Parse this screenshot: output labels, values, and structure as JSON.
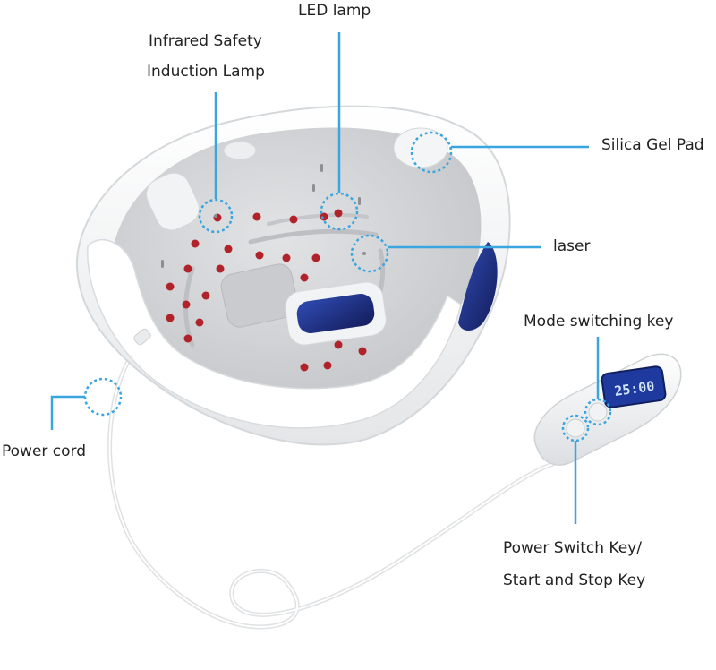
{
  "labels": {
    "infrared_line1": "Infrared Safety",
    "infrared_line2": "Induction Lamp",
    "led_lamp": "LED lamp",
    "silica_gel_pad": "Silica Gel Pad",
    "laser": "laser",
    "mode_switching_key": "Mode switching key",
    "power_cord": "Power cord",
    "power_switch_line1": "Power Switch Key/",
    "power_switch_line2": "Start and Stop Key"
  },
  "controller": {
    "display": "25:00"
  },
  "colors": {
    "callout": "#3aa6e0",
    "shell": "#f4f5f6",
    "interior": "#d4d6d8",
    "led": "#b0232a",
    "panel": "#1e2a78"
  }
}
